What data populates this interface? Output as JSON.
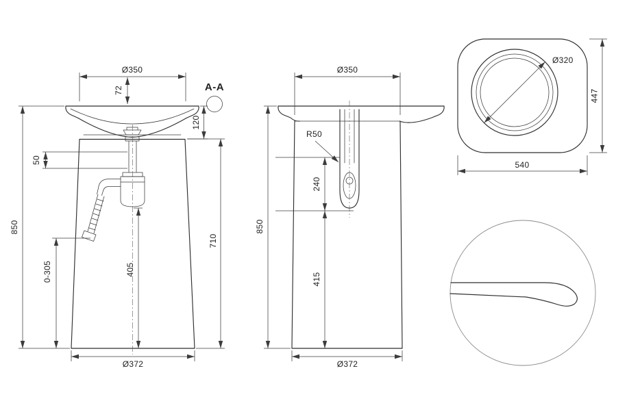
{
  "meta": {
    "type": "technical-drawing",
    "subject": "freestanding pedestal basin dimensions"
  },
  "front": {
    "dia_top": "Ø350",
    "dim_72": "72",
    "section": "A-A",
    "dim_120": "120",
    "dim_50": "50",
    "dim_850": "850",
    "dim_range": "0-305",
    "dim_405": "405",
    "dim_710": "710",
    "dia_base": "Ø372"
  },
  "side": {
    "dia_top": "Ø350",
    "r50": "R50",
    "dim_240": "240",
    "dim_415": "415",
    "dim_850": "850",
    "dia_base": "Ø372"
  },
  "top": {
    "dia_bowl": "Ø320",
    "dim_447": "447",
    "dim_540": "540"
  }
}
